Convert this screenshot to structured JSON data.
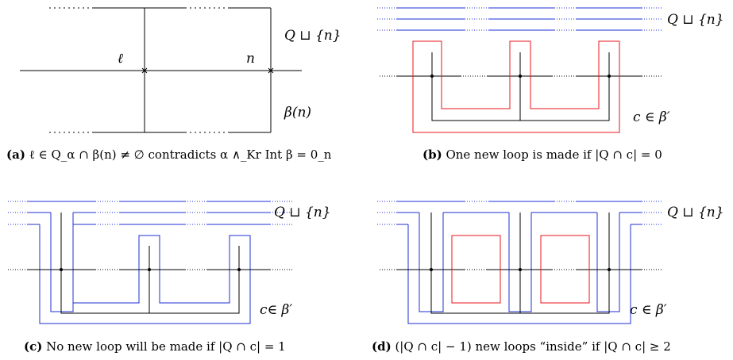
{
  "panels": {
    "a": {
      "label_tag": "(a)",
      "caption_text": " ℓ ∈ Q_α ∩ β(n) ≠ ∅ contradicts α ∧_Kr Int β = 0_n",
      "label_l": "ℓ",
      "label_n": "n",
      "label_q": "Q ⊔ {n}",
      "label_beta": "β(n)"
    },
    "b": {
      "label_tag": "(b)",
      "caption_text": " One new loop is made if |Q ∩ c| = 0",
      "label_q": "Q ⊔ {n}",
      "label_c": "c ∈ β′"
    },
    "c": {
      "label_tag": "(c)",
      "caption_text": " No new loop will be made if |Q ∩ c| = 1",
      "label_q": "Q ⊔ {n}",
      "label_c": "c∈ β′"
    },
    "d": {
      "label_tag": "(d)",
      "caption_text": " (|Q ∩ c| − 1) new loops “inside” if |Q ∩ c| ≥ 2",
      "label_q": "Q ⊔ {n}",
      "label_c": "c ∈ β′"
    }
  },
  "colors": {
    "black": "#000000",
    "red": "#e8141b",
    "blue": "#1e2fd6"
  }
}
